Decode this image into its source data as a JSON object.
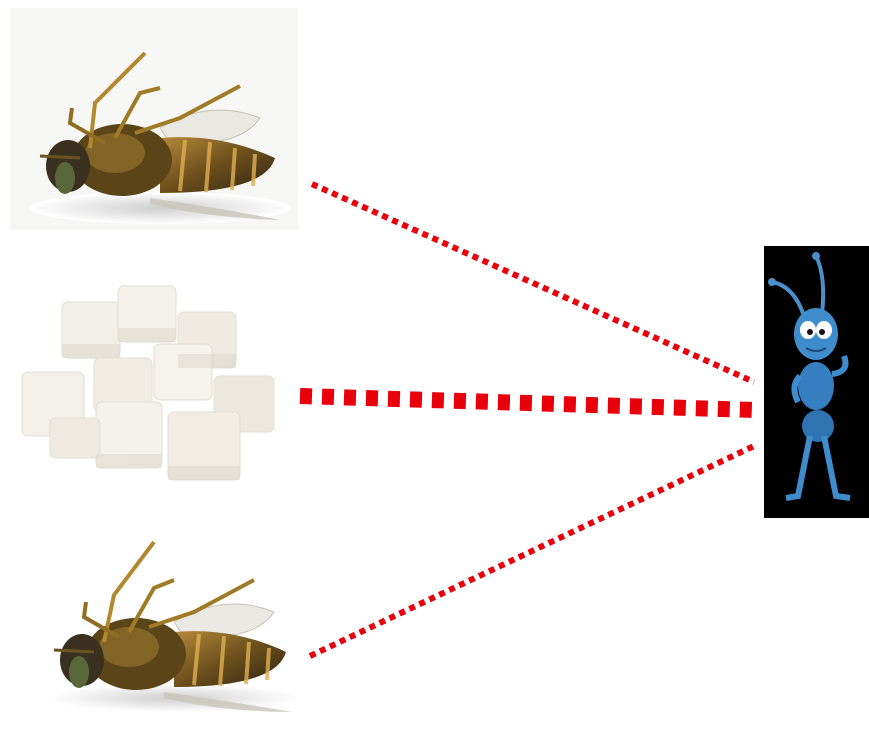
{
  "scene": {
    "items": [
      {
        "id": "fly-top",
        "icon": "dead-fly-icon"
      },
      {
        "id": "sugar",
        "icon": "sugar-cubes-icon"
      },
      {
        "id": "fly-bottom",
        "icon": "dead-fly-icon"
      }
    ],
    "target": {
      "icon": "cartoon-ant-icon"
    },
    "connector_color": "#e8000b"
  }
}
